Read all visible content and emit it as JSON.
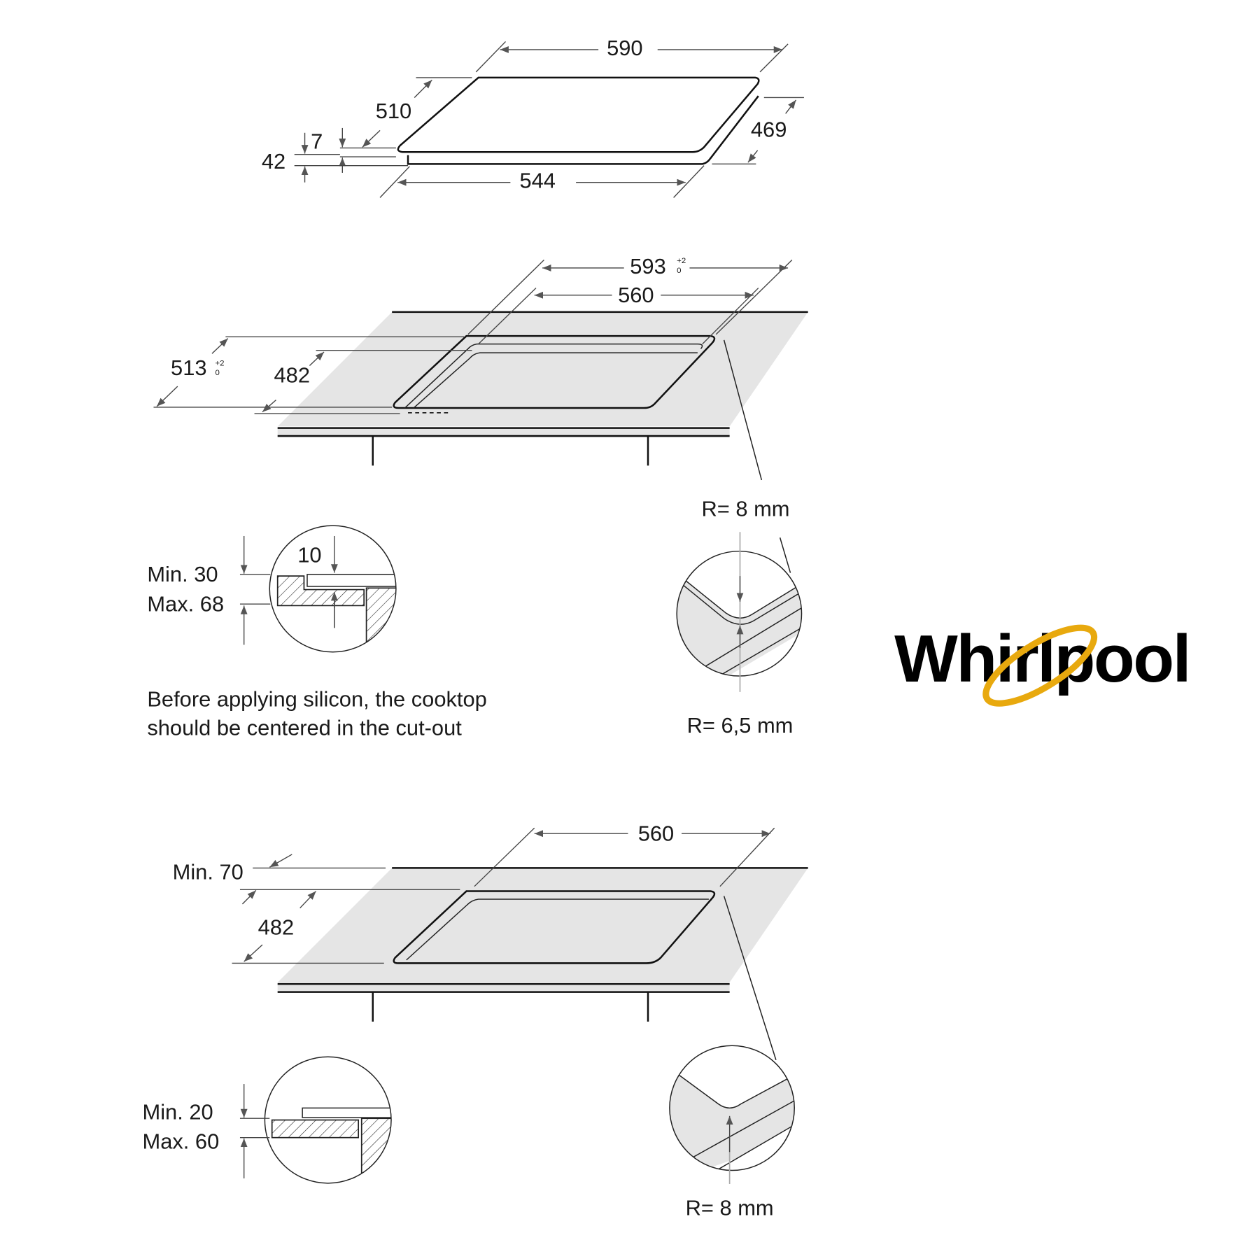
{
  "cooktop": {
    "width": "590",
    "depth": "510",
    "glass_thickness": "7",
    "height": "42",
    "base_width": "544",
    "base_depth": "469"
  },
  "cutout_flush": {
    "width": "593",
    "width_tol_top": "+2",
    "width_tol_bottom": "0",
    "inner_width": "560",
    "depth": "513",
    "depth_tol_top": "+2",
    "depth_tol_bottom": "0",
    "inner_depth": "482",
    "corner_radius_outer": "R= 8 mm",
    "corner_radius_inner": "R= 6,5 mm",
    "detail_offset": "10",
    "thickness_min": "Min. 30",
    "thickness_max": "Max. 68",
    "note_line1": "Before applying silicon, the cooktop",
    "note_line2": "should be centered in the cut-out"
  },
  "cutout_standard": {
    "width": "560",
    "front_clearance": "Min. 70",
    "depth": "482",
    "thickness_min": "Min. 20",
    "thickness_max": "Max. 60",
    "corner_radius": "R= 8 mm"
  },
  "brand": {
    "name": "Whirlpool",
    "swoosh_color": "#E8A90E"
  }
}
